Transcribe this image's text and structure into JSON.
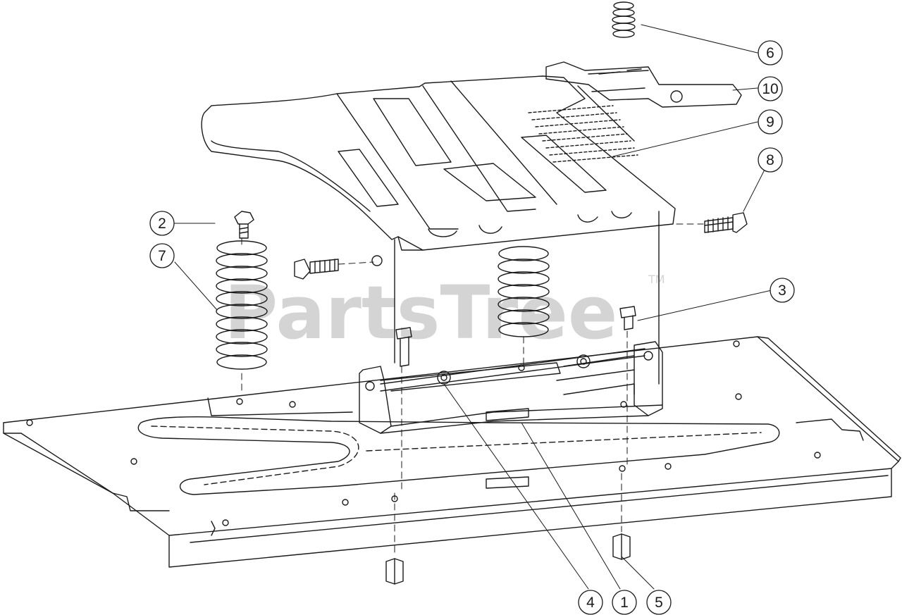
{
  "watermark": {
    "text": "PartsTree",
    "trademark": "TM",
    "color": "#d4d4d4"
  },
  "line_color": "#1a1a1a",
  "callouts": [
    {
      "label": "1"
    },
    {
      "label": "2"
    },
    {
      "label": "3"
    },
    {
      "label": "4"
    },
    {
      "label": "5"
    },
    {
      "label": "6"
    },
    {
      "label": "7"
    },
    {
      "label": "8"
    },
    {
      "label": "9"
    },
    {
      "label": "10"
    }
  ]
}
